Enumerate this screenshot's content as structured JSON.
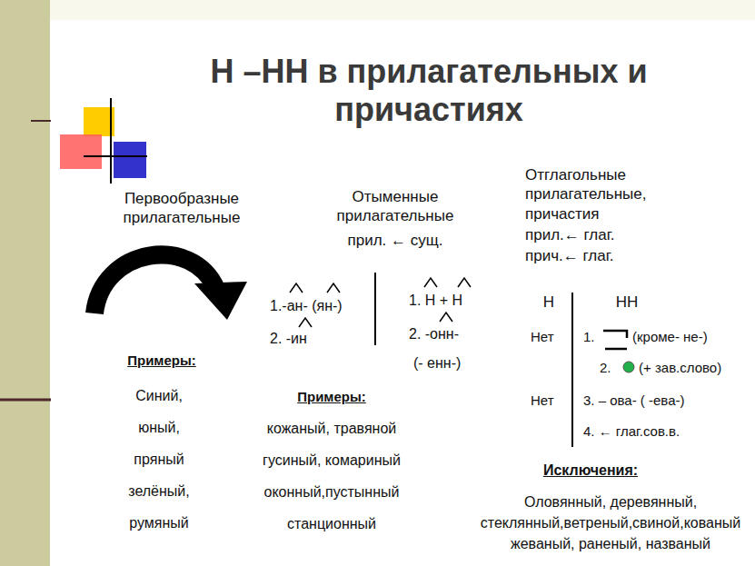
{
  "diagram": {
    "title": "Н –НН в прилагательных и причастиях",
    "labels": [
      "Первообразные прилагательные",
      "Отыменные прилагательные",
      "прил. ← сущ.",
      "Отглагольные прилагательные, причастия",
      "прил.← глаг.",
      "прич.← глаг.",
      "Примеры:",
      "Синий,",
      "юный,",
      "пряный",
      "зелёный,",
      "румяный",
      "1.-ан- (ян-)",
      "2. -ин",
      "1. Н + Н",
      "2. -онн-",
      "(- енн-)",
      "Примеры:",
      "кожаный, травяной",
      "гусиный, комариный",
      "оконный,пустынный",
      "станционный",
      "Н",
      "НН",
      "Нет",
      "1.",
      "(кроме- не-)",
      "2.",
      "(+ зав.слово)",
      "Нет",
      "3. – ова- ( -ева-)",
      "4. ← глаг.сов.в.",
      "Исключения:",
      "Оловянный, деревянный,",
      "стеклянный,ветреный,свиной,кованый",
      "жеваный, раненый, названый"
    ]
  }
}
